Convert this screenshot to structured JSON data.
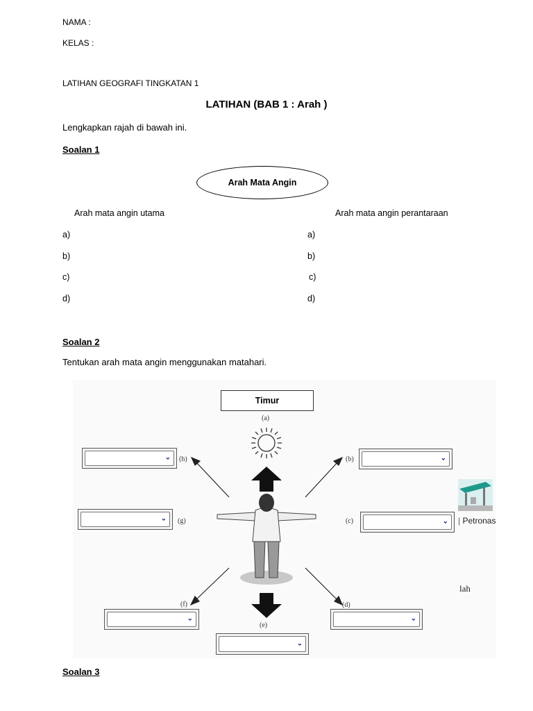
{
  "header": {
    "nama": "NAMA :",
    "kelas": "KELAS  :",
    "subject": "LATIHAN GEOGRAFI TINGKATAN 1"
  },
  "title": "LATIHAN (BAB 1 : Arah )",
  "instruction": "Lengkapkan rajah di bawah ini.",
  "soalan1": {
    "heading": "Soalan 1",
    "ellipse_label": "Arah Mata Angin",
    "left_col": {
      "heading": "Arah mata angin utama",
      "items": [
        "a)",
        "b)",
        "c)",
        "d)"
      ]
    },
    "right_col": {
      "heading": "Arah mata angin perantaraan",
      "items": [
        "a)",
        "b)",
        "c)",
        "d)"
      ]
    }
  },
  "soalan2": {
    "heading": "Soalan 2",
    "instruction": "Tentukan arah mata angin menggunakan matahari.",
    "timur_box": "Timur",
    "labels": {
      "a": "(a)",
      "b": "(b)",
      "c": "(c)",
      "d": "(d)",
      "e": "(e)",
      "f": "(f)",
      "g": "(g)",
      "h": "(h)"
    },
    "dropdown_icon": "chevron-down-icon"
  },
  "side": {
    "petronas": "Petronas",
    "lah": "lah"
  },
  "soalan3": {
    "heading": "Soalan 3"
  },
  "colors": {
    "chevron": "#1b2e8a",
    "arrow": "#000000"
  }
}
